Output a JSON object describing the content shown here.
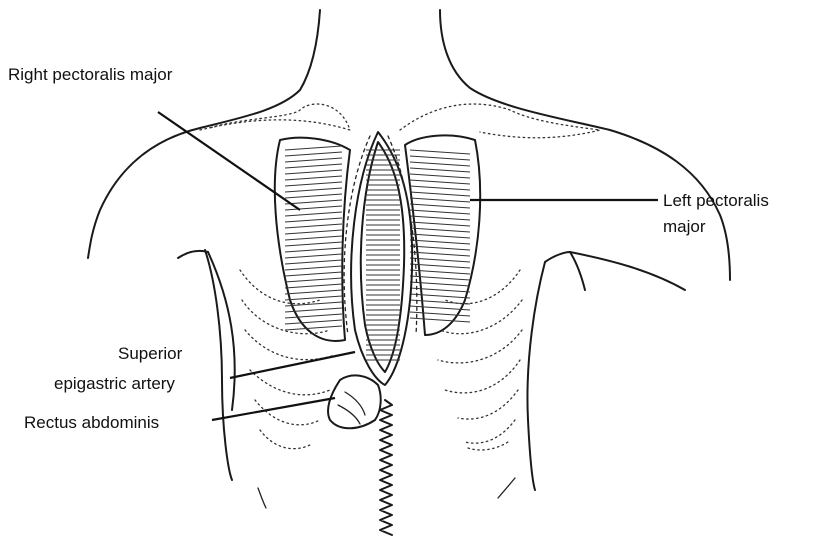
{
  "labels": {
    "right_pectoralis": "Right pectoralis major",
    "left_pectoralis_line1": "Left pectoralis",
    "left_pectoralis_line2": "major",
    "superior_line1": "Superior",
    "superior_line2": "epigastric artery",
    "rectus": "Rectus abdominis"
  },
  "colors": {
    "ink": "#1a1a1a",
    "background": "#ffffff"
  }
}
